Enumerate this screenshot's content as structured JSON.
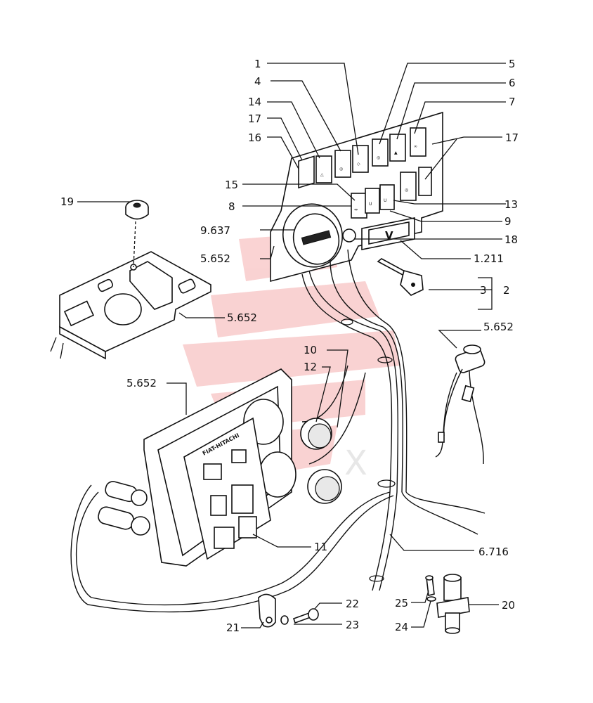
{
  "brand_text": "FIAT-HITACHI",
  "voltmeter_text": "V",
  "watermark_text": "X",
  "callouts": {
    "c1": "1",
    "c4": "4",
    "c14": "14",
    "c17a": "17",
    "c16": "16",
    "c5": "5",
    "c6": "6",
    "c7": "7",
    "c17b": "17",
    "c15": "15",
    "c8": "8",
    "c9637": "9.637",
    "c5652a": "5.652",
    "c13": "13",
    "c9": "9",
    "c18": "18",
    "c1211": "1.211",
    "c19": "19",
    "c5652b": "5.652",
    "c3": "3",
    "c2": "2",
    "c5652c": "5.652",
    "c10": "10",
    "c12": "12",
    "c5652d": "5.652",
    "c11": "11",
    "c6716": "6.716",
    "c22": "22",
    "c23": "23",
    "c21": "21",
    "c25": "25",
    "c24": "24",
    "c20": "20"
  },
  "colors": {
    "watermark": "#f08080",
    "ink": "#111111"
  }
}
